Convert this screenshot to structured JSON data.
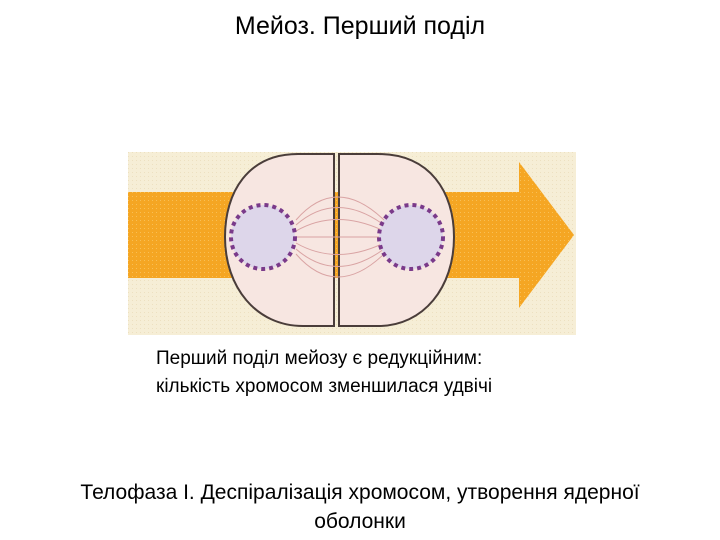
{
  "slide": {
    "title": "Мейоз. Перший поділ",
    "caption": {
      "line1": "Перший поділ мейозу є редукційним:",
      "line2": "кількість хромосом зменшилася удвічі"
    },
    "footer": {
      "line1": "Телофаза І. Деспіралізація хромосом, утворення ядерної",
      "line2": "оболонки"
    }
  },
  "colors": {
    "arrow": "#f5a623",
    "figure_background": "#f6eed6",
    "cell_fill": "#f7e6e1",
    "cell_outline": "#4a3d3a",
    "spindle": "#d9a3a3",
    "nucleus_fill": "#ddd6ea",
    "nucleus_dots": "#7a3a8a"
  }
}
